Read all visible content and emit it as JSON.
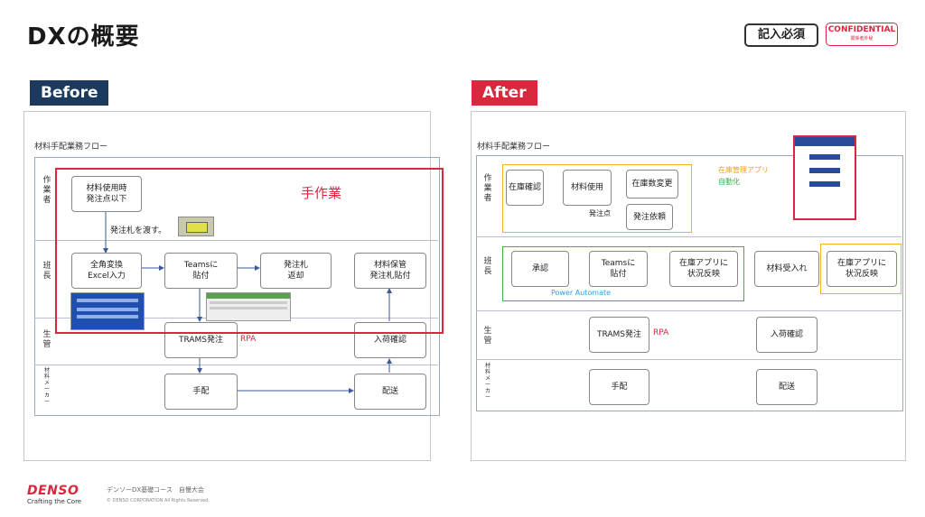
{
  "page": {
    "title": "DXの概要"
  },
  "badges": {
    "required": "記入必須",
    "confidential": "CONFIDENTIAL",
    "confidential_sub": "関係者外秘"
  },
  "before": {
    "tag": "Before",
    "flow_title": "材料手配業務フロー",
    "lanes": [
      "作業者",
      "班長",
      "生管",
      "材料メーカー"
    ],
    "boxes": {
      "material_use": "材料使用時\n発注点以下",
      "excel": "全角変換\nExcel入力",
      "teams": "Teamsに\n貼付",
      "return": "発注札\n返却",
      "keep": "材料保管\n発注札貼付",
      "trams": "TRAMS発注",
      "arrival": "入荷確認",
      "arrange": "手配",
      "ship": "配送"
    },
    "handover": "発注札を渡す。",
    "handwork": "手作業",
    "rpa": "RPA"
  },
  "after": {
    "tag": "After",
    "flow_title": "材料手配業務フロー",
    "lanes": [
      "作業者",
      "班長",
      "生管",
      "材料メーカー"
    ],
    "boxes": {
      "stock_check": "在庫確認",
      "material_use": "材料使用",
      "stock_change": "在庫数変更",
      "order_request": "発注依頼",
      "approve": "承認",
      "teams": "Teamsに\n貼付",
      "reflect1": "在庫アプリに\n状況反映",
      "receive": "材料受入れ",
      "reflect2": "在庫アプリに\n状況反映",
      "trams": "TRAMS発注",
      "arrival": "入荷確認",
      "arrange": "手配",
      "ship": "配送"
    },
    "order_point": "発注点",
    "app_label": "在庫管理アプリ",
    "auto_label": "自動化",
    "power_automate": "Power Automate",
    "rpa": "RPA"
  },
  "footer": {
    "logo": "DENSO",
    "tagline": "Crafting the Core",
    "course": "デンソーDX基礎コース　自慢大会",
    "copyright": "© DENSO CORPORATION All Rights Reserved."
  },
  "colors": {
    "brand_red": "#d8283d",
    "navy": "#1c3a5e",
    "auto_yellow": "#f0b429",
    "auto_green": "#3cb04a",
    "pa_blue": "#31a0d8"
  }
}
